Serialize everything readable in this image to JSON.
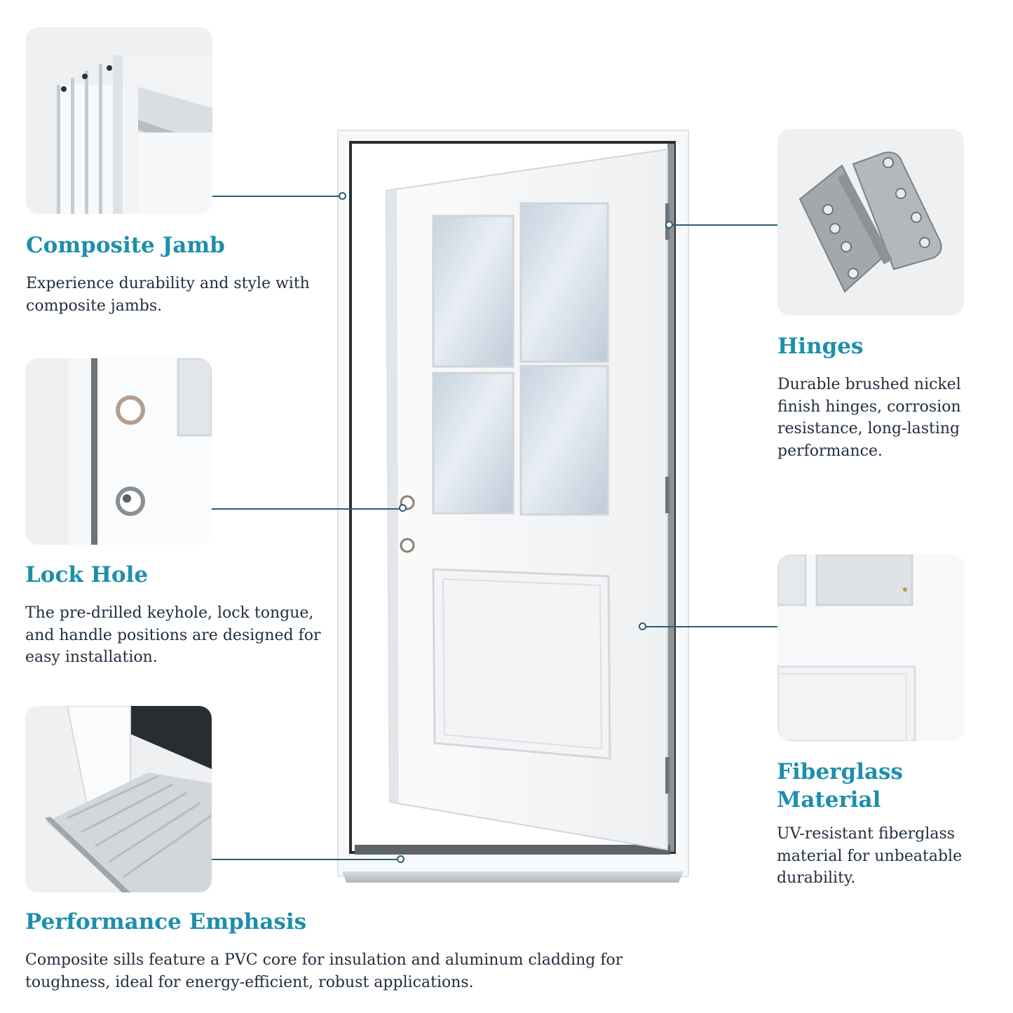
{
  "features": {
    "jamb": {
      "title": "Composite Jamb",
      "description": "Experience durability and style with composite jambs."
    },
    "lock": {
      "title": "Lock Hole",
      "description": "The pre-drilled keyhole, lock tongue, and handle positions are designed for easy installation."
    },
    "sill": {
      "title": "Performance Emphasis",
      "description": "Composite sills feature a PVC core for insulation and aluminum cladding for toughness, ideal for energy-efficient, robust applications."
    },
    "hinges": {
      "title": "Hinges",
      "description": "Durable brushed nickel finish hinges, corrosion resistance, long-lasting performance."
    },
    "fiberglass": {
      "title": "Fiberglass Material",
      "description": "UV-resistant fiberglass material for unbeatable durability."
    }
  },
  "icons": {
    "jamb": "composite-jamb-closeup",
    "lock": "lock-hole-closeup",
    "sill": "sill-closeup",
    "hinges": "hinge-icon",
    "fiberglass": "fiberglass-panel-closeup",
    "door": "exterior-door-illustration"
  },
  "colors": {
    "heading": "#1d8fab",
    "body_text": "#1f2d3d",
    "leader_line": "#2b5f70",
    "thumbnail_bg": "#eef0f2"
  }
}
